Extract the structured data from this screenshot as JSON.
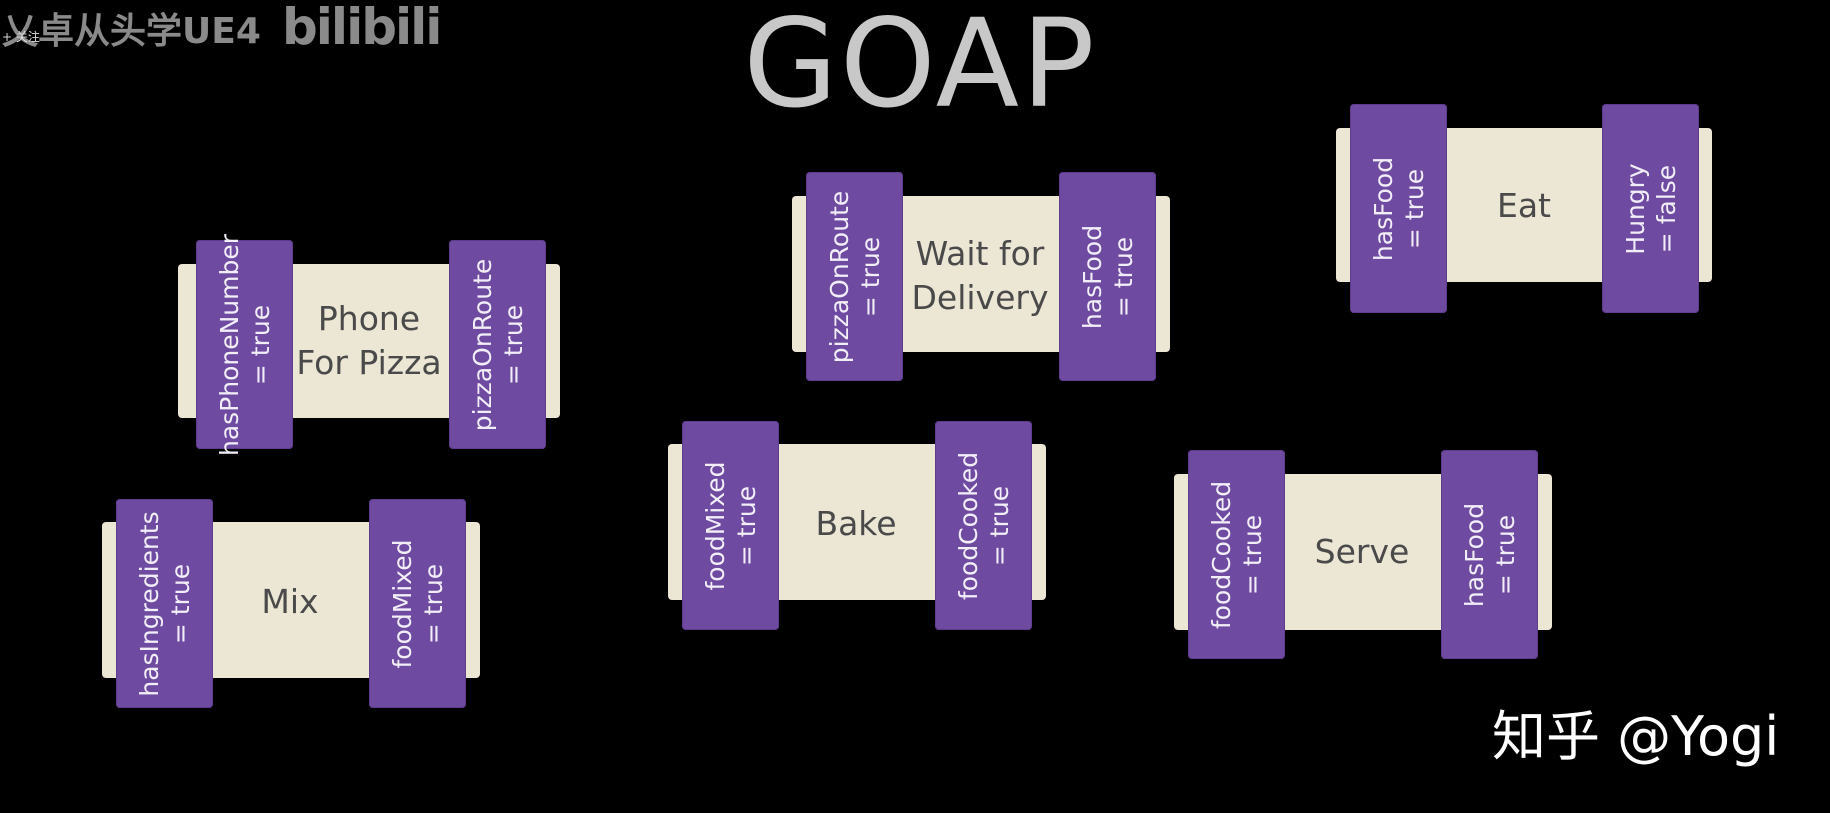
{
  "header": {
    "title": "GOAP",
    "channel": "乂卓从头学UE4",
    "platform_logo": "bilibili",
    "follow_label": "+ 关注"
  },
  "watermark": "知乎 @Yogi",
  "actions": [
    {
      "name": "Phone\nFor Pizza",
      "pre": "hasPhoneNumber\n= true",
      "post": "pizzaOnRoute\n= true"
    },
    {
      "name": "Wait for\nDelivery",
      "pre": "pizzaOnRoute\n= true",
      "post": "hasFood\n= true"
    },
    {
      "name": "Eat",
      "pre": "hasFood\n= true",
      "post": "Hungry\n= false"
    },
    {
      "name": "Mix",
      "pre": "hasIngredients\n= true",
      "post": "foodMixed\n= true"
    },
    {
      "name": "Bake",
      "pre": "foodMixed\n= true",
      "post": "foodCooked\n= true"
    },
    {
      "name": "Serve",
      "pre": "foodCooked\n= true",
      "post": "hasFood\n= true"
    }
  ],
  "colors": {
    "background": "#000000",
    "card": "#ece6d4",
    "tag": "#6e4aa0",
    "title": "#c8c8c8"
  }
}
